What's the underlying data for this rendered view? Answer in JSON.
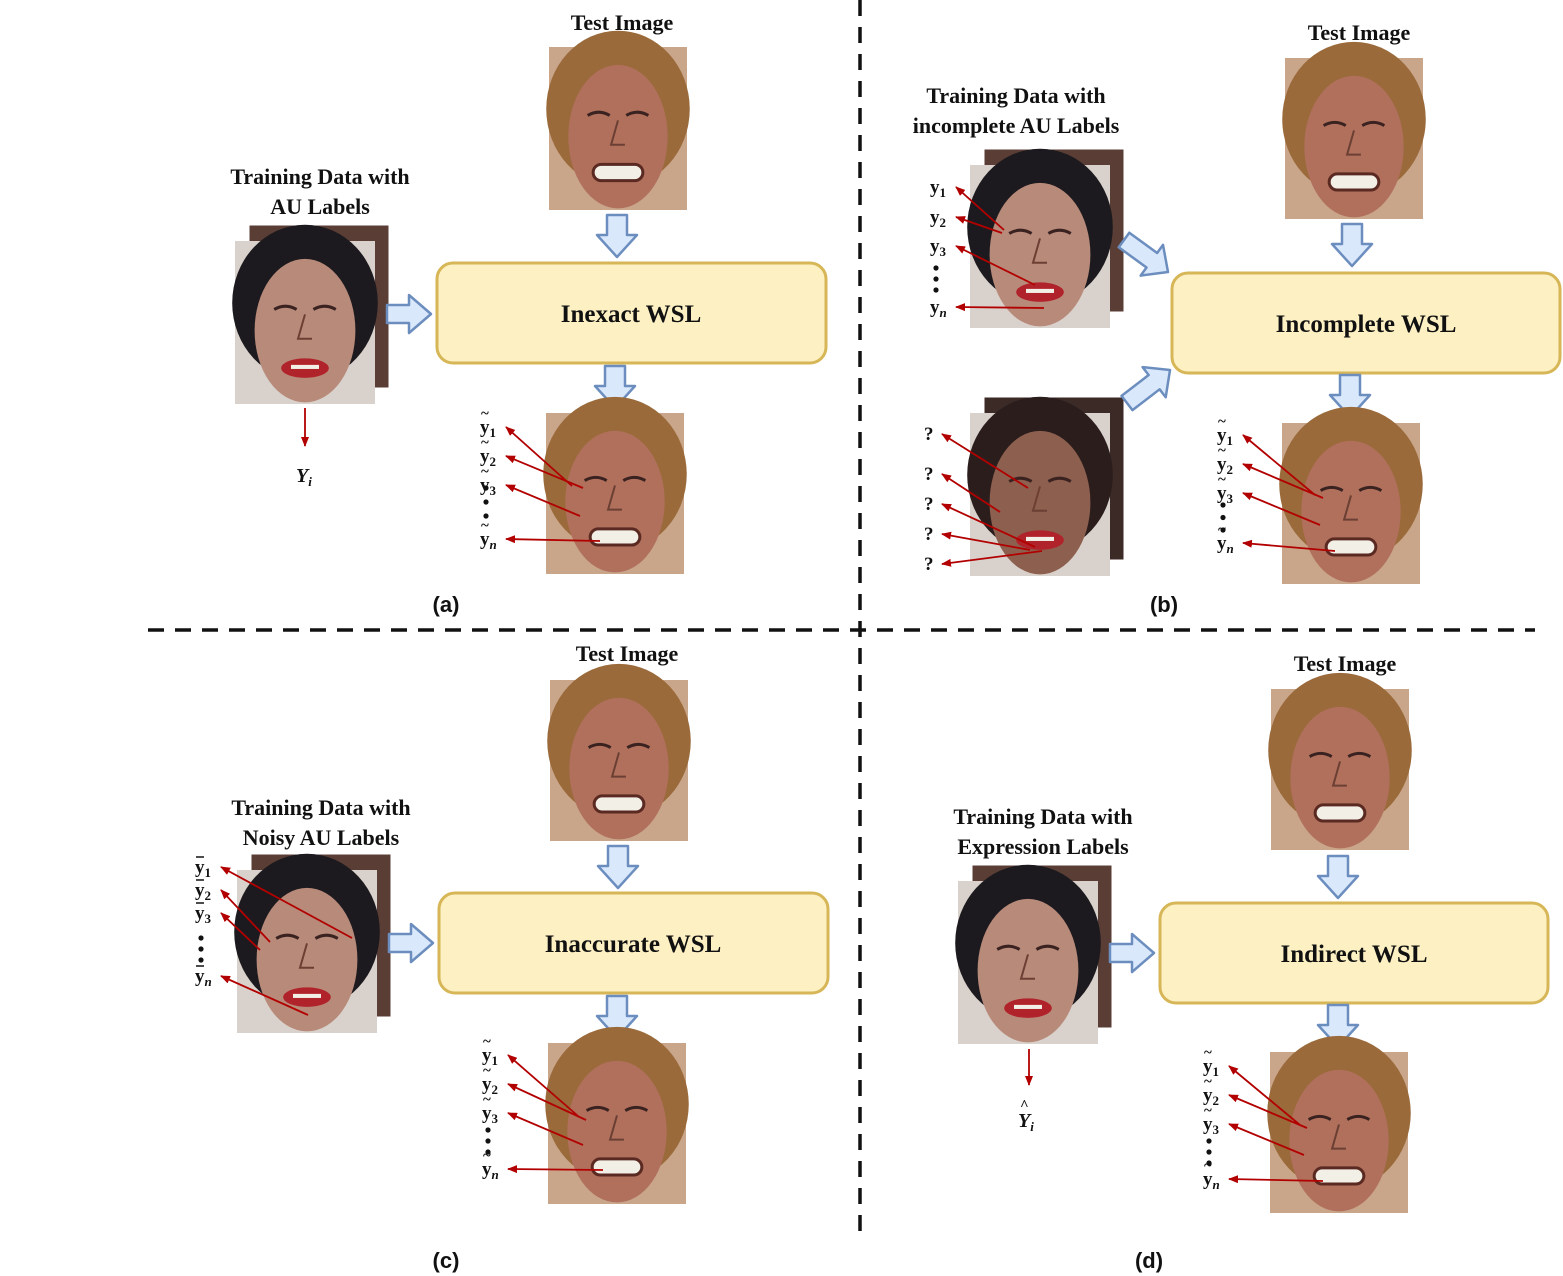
{
  "panels": {
    "a": {
      "tag": "(a)",
      "test_title": "Test Image",
      "train_title": [
        "Training Data with",
        "AU Labels"
      ],
      "box_label": "Inexact WSL",
      "train_output": "Y",
      "train_output_sub": "i",
      "pred_labels": [
        "y",
        "y",
        "y",
        "y"
      ],
      "pred_subs": [
        "1",
        "2",
        "3",
        "n"
      ]
    },
    "b": {
      "tag": "(b)",
      "test_title": "Test Image",
      "train_title": [
        "Training Data with",
        "incomplete AU Labels"
      ],
      "box_label": "Incomplete WSL",
      "train_labels": [
        "y",
        "y",
        "y",
        "y"
      ],
      "train_subs": [
        "1",
        "2",
        "3",
        "n"
      ],
      "unknown_labels": [
        "?",
        "?",
        "?",
        "?",
        "?"
      ],
      "pred_labels": [
        "y",
        "y",
        "y",
        "y"
      ],
      "pred_subs": [
        "1",
        "2",
        "3",
        "n"
      ]
    },
    "c": {
      "tag": "(c)",
      "test_title": "Test Image",
      "train_title": [
        "Training Data with",
        "Noisy AU Labels"
      ],
      "box_label": "Inaccurate WSL",
      "train_labels": [
        "y",
        "y",
        "y",
        "y"
      ],
      "train_subs": [
        "1",
        "2",
        "3",
        "n"
      ],
      "pred_labels": [
        "y",
        "y",
        "y",
        "y"
      ],
      "pred_subs": [
        "1",
        "2",
        "3",
        "n"
      ]
    },
    "d": {
      "tag": "(d)",
      "test_title": "Test Image",
      "train_title": [
        "Training Data with",
        "Expression Labels"
      ],
      "box_label": "Indirect WSL",
      "train_output": "Y",
      "train_output_sub": "i",
      "pred_labels": [
        "y",
        "y",
        "y",
        "y"
      ],
      "pred_subs": [
        "1",
        "2",
        "3",
        "n"
      ]
    }
  },
  "colors": {
    "box_fill": "#fdf1c4",
    "box_stroke": "#d6b656",
    "arrow_fill": "#dae8fc",
    "arrow_stroke": "#6c8ebf",
    "label_arrow": "#b20000",
    "skin_test": "#b0705c",
    "skin_train": "#b88a7a",
    "hair_test": "#9a6a3a",
    "hair_train": "#1c1a1e"
  }
}
